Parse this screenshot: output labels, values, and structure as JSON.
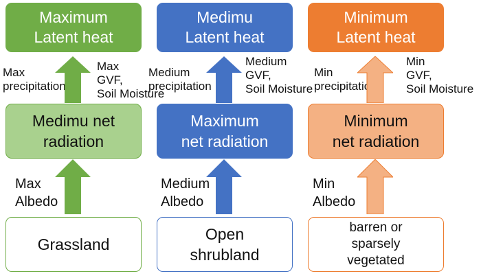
{
  "colors": {
    "green_dark": "#70ad47",
    "green_light": "#a9d18e",
    "green_border": "#70ad47",
    "blue": "#4472c4",
    "blue_border": "#4472c4",
    "orange_dark": "#ed7d31",
    "orange_light": "#f4b183",
    "orange_border": "#ed7d31"
  },
  "columns": [
    {
      "top_box": [
        "Maximum",
        "Latent heat"
      ],
      "upper_left_label": [
        "Max",
        "precipitation"
      ],
      "upper_right_label": [
        "Max",
        "GVF,",
        "Soil Moisture"
      ],
      "mid_box": [
        "Medimu net",
        "radiation"
      ],
      "lower_label": [
        "Max",
        "Albedo"
      ],
      "bottom_box": [
        "Grassland"
      ]
    },
    {
      "top_box": [
        "Medimu",
        "Latent heat"
      ],
      "upper_left_label": [
        "Medium",
        "precipitation"
      ],
      "upper_right_label": [
        "Medium",
        "GVF,",
        "Soil Moisture"
      ],
      "mid_box": [
        "Maximum",
        "net radiation"
      ],
      "lower_label": [
        "Medium",
        "Albedo"
      ],
      "bottom_box": [
        "Open",
        "shrubland"
      ]
    },
    {
      "top_box": [
        "Minimum",
        "Latent heat"
      ],
      "upper_left_label": [
        "Min",
        "precipitation"
      ],
      "upper_right_label": [
        "Min",
        "GVF,",
        "Soil Moisture"
      ],
      "mid_box": [
        "Minimum",
        "net radiation"
      ],
      "lower_label": [
        "Min",
        "Albedo"
      ],
      "bottom_box": [
        "barren or",
        "sparsely",
        "vegetated"
      ]
    }
  ]
}
